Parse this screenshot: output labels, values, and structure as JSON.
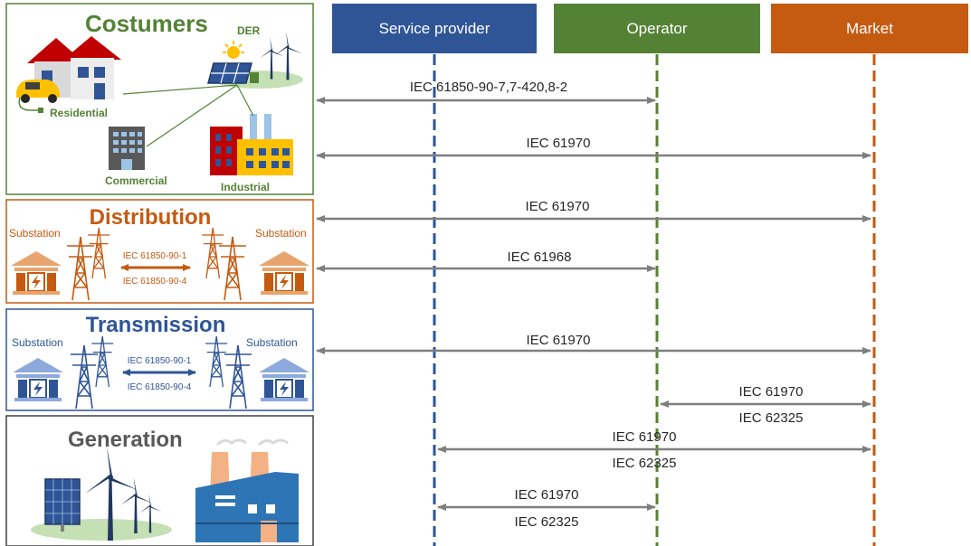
{
  "colors": {
    "service_provider": "#2f5597",
    "operator": "#548235",
    "market": "#c55a11",
    "customers": "#548235",
    "distribution": "#c55a11",
    "transmission": "#2f5597",
    "generation": "#595959",
    "arrow": "#7f7f7f",
    "header_text": "#ffffff"
  },
  "actors": {
    "service_provider": "Service provider",
    "operator": "Operator",
    "market": "Market"
  },
  "domains": {
    "customers": {
      "title": "Costumers",
      "der_label": "DER",
      "residential_label": "Residential",
      "commercial_label": "Commercial",
      "industrial_label": "Industrial"
    },
    "distribution": {
      "title": "Distribution",
      "substation_left": "Substation",
      "substation_right": "Substation",
      "link_top": "IEC 61850-90-1",
      "link_bottom": "IEC 61850-90-4"
    },
    "transmission": {
      "title": "Transmission",
      "substation_left": "Substation",
      "substation_right": "Substation",
      "link_top": "IEC 61850-90-1",
      "link_bottom": "IEC 61850-90-4"
    },
    "generation": {
      "title": "Generation"
    }
  },
  "links": {
    "c_operator": "IEC 61850-90-7,7-420,8-2",
    "c_market": "IEC 61970",
    "d_market": "IEC 61970",
    "d_operator": "IEC 61968",
    "t_market": "IEC 61970",
    "op_market_top": "IEC 61970",
    "op_market_bottom": "IEC 62325",
    "sp_market_top": "IEC 61970",
    "sp_market_bottom": "IEC 62325",
    "sp_op_top": "IEC 61970",
    "sp_op_bottom": "IEC 62325"
  }
}
